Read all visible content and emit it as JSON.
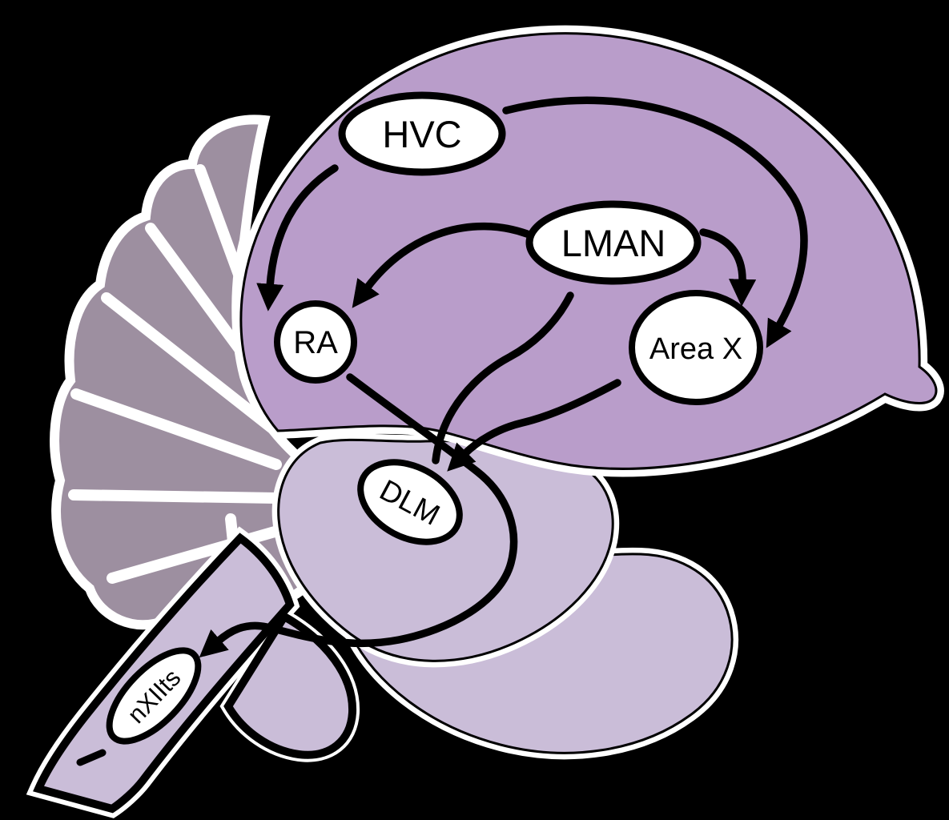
{
  "diagram": {
    "description": "Songbird brain song-system pathway diagram (sagittal view)",
    "background_color": "#000000",
    "colors": {
      "cerebrum": "#b99dca",
      "cerebellum": "#9d8fa0",
      "brainstem": "#cabdd8",
      "outline_white": "#ffffff",
      "line_black": "#000000",
      "node_fill": "#ffffff",
      "node_text": "#000000"
    },
    "nuclei": [
      {
        "id": "hvc",
        "label": "HVC"
      },
      {
        "id": "lman",
        "label": "LMAN"
      },
      {
        "id": "ra",
        "label": "RA"
      },
      {
        "id": "areax",
        "label": "Area X"
      },
      {
        "id": "dlm",
        "label": "DLM"
      },
      {
        "id": "nxiits",
        "label": "nXIIts"
      }
    ],
    "connections": [
      {
        "from": "HVC",
        "to": "RA",
        "arrowhead": true
      },
      {
        "from": "HVC",
        "to": "Area X",
        "arrowhead": true
      },
      {
        "from": "LMAN",
        "to": "RA",
        "arrowhead": true
      },
      {
        "from": "LMAN",
        "to": "Area X",
        "arrowhead": true
      },
      {
        "from": "Area X",
        "to": "DLM",
        "arrowhead": true
      },
      {
        "from": "LMAN",
        "to": "DLM",
        "arrowhead": false
      },
      {
        "from": "RA",
        "to": "nXIIts",
        "arrowhead": true
      }
    ]
  }
}
